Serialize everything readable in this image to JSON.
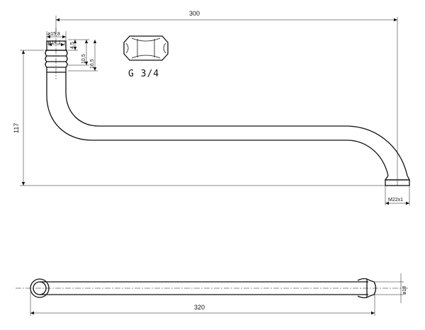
{
  "dimensions": {
    "spout_length": "300",
    "height": "117",
    "outer_dia": "ø15,8",
    "inner_dia": "ø14,1",
    "d_4_5": "4,5",
    "d_10_5": "10,5",
    "d_16_5": "16,5",
    "thread_outlet": "M22x1",
    "bottom_length": "320",
    "bottom_dia": "ø18"
  },
  "nut": {
    "label": "G 3/4"
  }
}
